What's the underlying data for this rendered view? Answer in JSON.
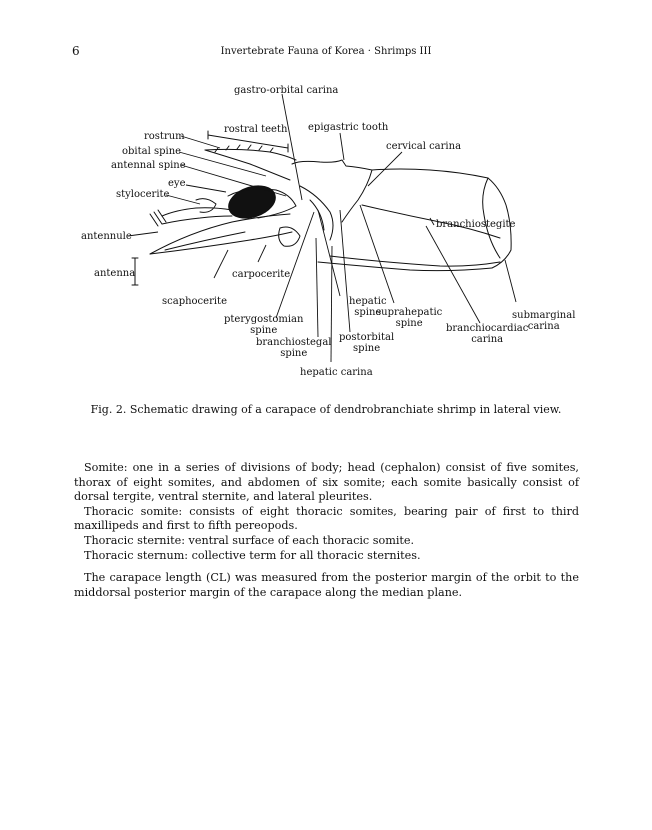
{
  "header": {
    "page_number": "6",
    "running_head": "Invertebrate Fauna of Korea · Shrimps III"
  },
  "figure": {
    "labels": {
      "gastro_orbital_carina": "gastro-orbital carina",
      "rostral_teeth": "rostral teeth",
      "epigastric_tooth": "epigastric tooth",
      "cervical_carina": "cervical carina",
      "rostrum": "rostrum",
      "obital_spine": "obital spine",
      "antennal_spine": "antennal spine",
      "eye": "eye",
      "stylocerite": "stylocerite",
      "antennule": "antennule",
      "branchiostegite": "branchiostegite",
      "antenna": "antenna",
      "carpocerite": "carpocerite",
      "scaphocerite": "scaphocerite",
      "hepatic_spine_1": "hepatic",
      "hepatic_spine_2": "spine",
      "suprahepatic_spine_1": "suprahepatic",
      "suprahepatic_spine_2": "spine",
      "submarginal_carina_1": "submarginal",
      "submarginal_carina_2": "carina",
      "pterygostomian_spine_1": "pterygostomian",
      "pterygostomian_spine_2": "spine",
      "branchiocardiac_carina_1": "branchiocardiac",
      "branchiocardiac_carina_2": "carina",
      "postorbital_spine_1": "postorbital",
      "postorbital_spine_2": "spine",
      "branchiostegal_spine_1": "branchiostegal",
      "branchiostegal_spine_2": "spine",
      "hepatic_carina": "hepatic carina"
    },
    "caption": "Fig. 2.  Schematic drawing of a carapace of dendrobranchiate shrimp in lateral view."
  },
  "body": {
    "p1_l1": "Somite: one in a series of divisions of body; head (cephalon) consist of five somites, thorax of eight somites, and abdomen of six somite; each somite basically consist of dorsal tergite, ventral sternite, and lateral pleurites.",
    "p1_l2": "Thoracic somite: consists of eight thoracic somites, bearing pair of first to third maxillipeds and first to fifth pereopods.",
    "p1_l3": "Thoracic sternite: ventral surface of each thoracic somite.",
    "p1_l4": "Thoracic sternum: collective term for all thoracic sternites.",
    "p2": "The carapace length (CL) was measured from the posterior margin of the orbit to the middorsal posterior margin of the carapace along the median plane."
  }
}
